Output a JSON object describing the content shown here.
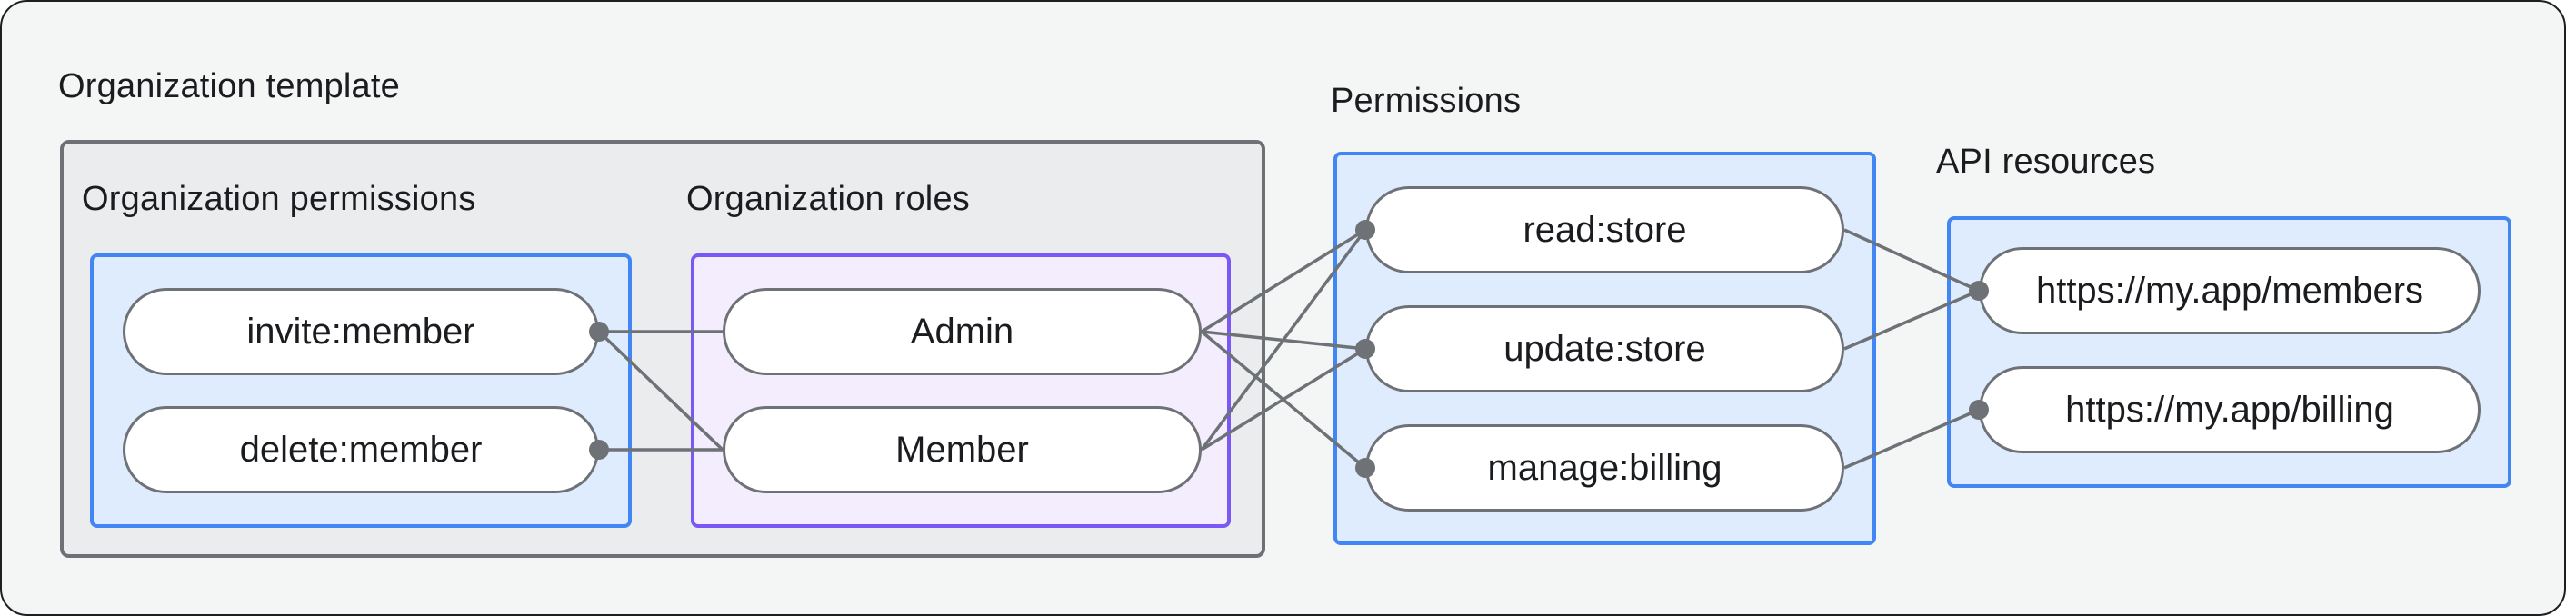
{
  "title": "Organization template",
  "groups": {
    "org_template": {
      "heading": "Organization template"
    },
    "org_permissions": {
      "heading": "Organization permissions",
      "pills": [
        {
          "id": "invite",
          "label": "invite:member",
          "dot": "right"
        },
        {
          "id": "delete",
          "label": "delete:member",
          "dot": "right"
        }
      ]
    },
    "org_roles": {
      "heading": "Organization roles",
      "pills": [
        {
          "id": "admin",
          "label": "Admin",
          "dot": null
        },
        {
          "id": "member",
          "label": "Member",
          "dot": null
        }
      ]
    },
    "permissions": {
      "heading": "Permissions",
      "pills": [
        {
          "id": "read",
          "label": "read:store",
          "dot": "left"
        },
        {
          "id": "update",
          "label": "update:store",
          "dot": "left"
        },
        {
          "id": "manage",
          "label": "manage:billing",
          "dot": "left"
        }
      ]
    },
    "api_resources": {
      "heading": "API resources",
      "pills": [
        {
          "id": "members",
          "label": "https://my.app/members",
          "dot": "left"
        },
        {
          "id": "billing",
          "label": "https://my.app/billing",
          "dot": "left"
        }
      ]
    }
  },
  "edges": [
    {
      "from": "invite",
      "to": "admin"
    },
    {
      "from": "invite",
      "to": "member"
    },
    {
      "from": "delete",
      "to": "member"
    },
    {
      "from": "admin",
      "to": "read"
    },
    {
      "from": "admin",
      "to": "update"
    },
    {
      "from": "admin",
      "to": "manage"
    },
    {
      "from": "member",
      "to": "read"
    },
    {
      "from": "member",
      "to": "update"
    },
    {
      "from": "read",
      "to": "members"
    },
    {
      "from": "update",
      "to": "members"
    },
    {
      "from": "manage",
      "to": "billing"
    }
  ],
  "colors": {
    "page_bg": "#f4f6f6",
    "gray_fill": "#ebeced",
    "gray_border": "#6d7175",
    "blue_fill": "#dfecfd",
    "blue_border": "#4285f4",
    "purple_fill": "#f3edfe",
    "purple_border": "#7a58f6",
    "connector": "#6e7276",
    "text": "#1a1c1f"
  }
}
